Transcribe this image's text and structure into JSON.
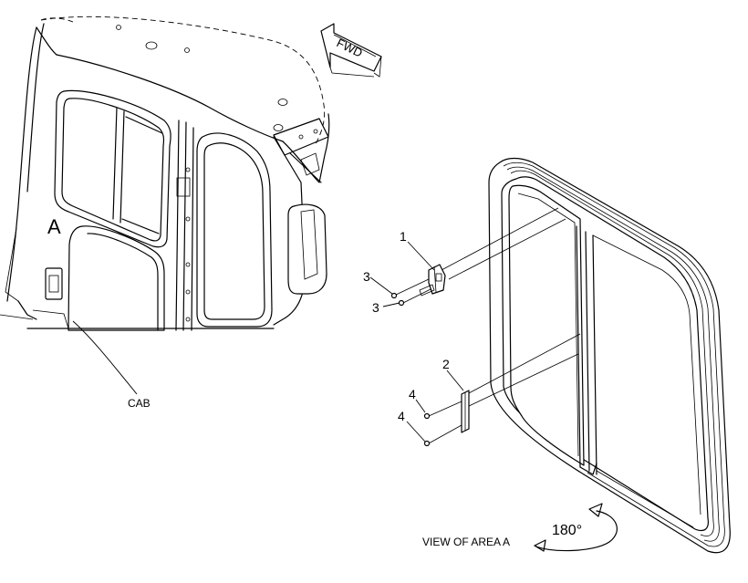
{
  "labels": {
    "fwd": "FWD",
    "area": "A",
    "cab": "CAB",
    "view": "VIEW OF AREA A",
    "rotation": "180°"
  },
  "callouts": {
    "latch": "1",
    "strike": "2",
    "screw_a1": "3",
    "screw_a2": "3",
    "screw_b1": "4",
    "screw_b2": "4"
  }
}
